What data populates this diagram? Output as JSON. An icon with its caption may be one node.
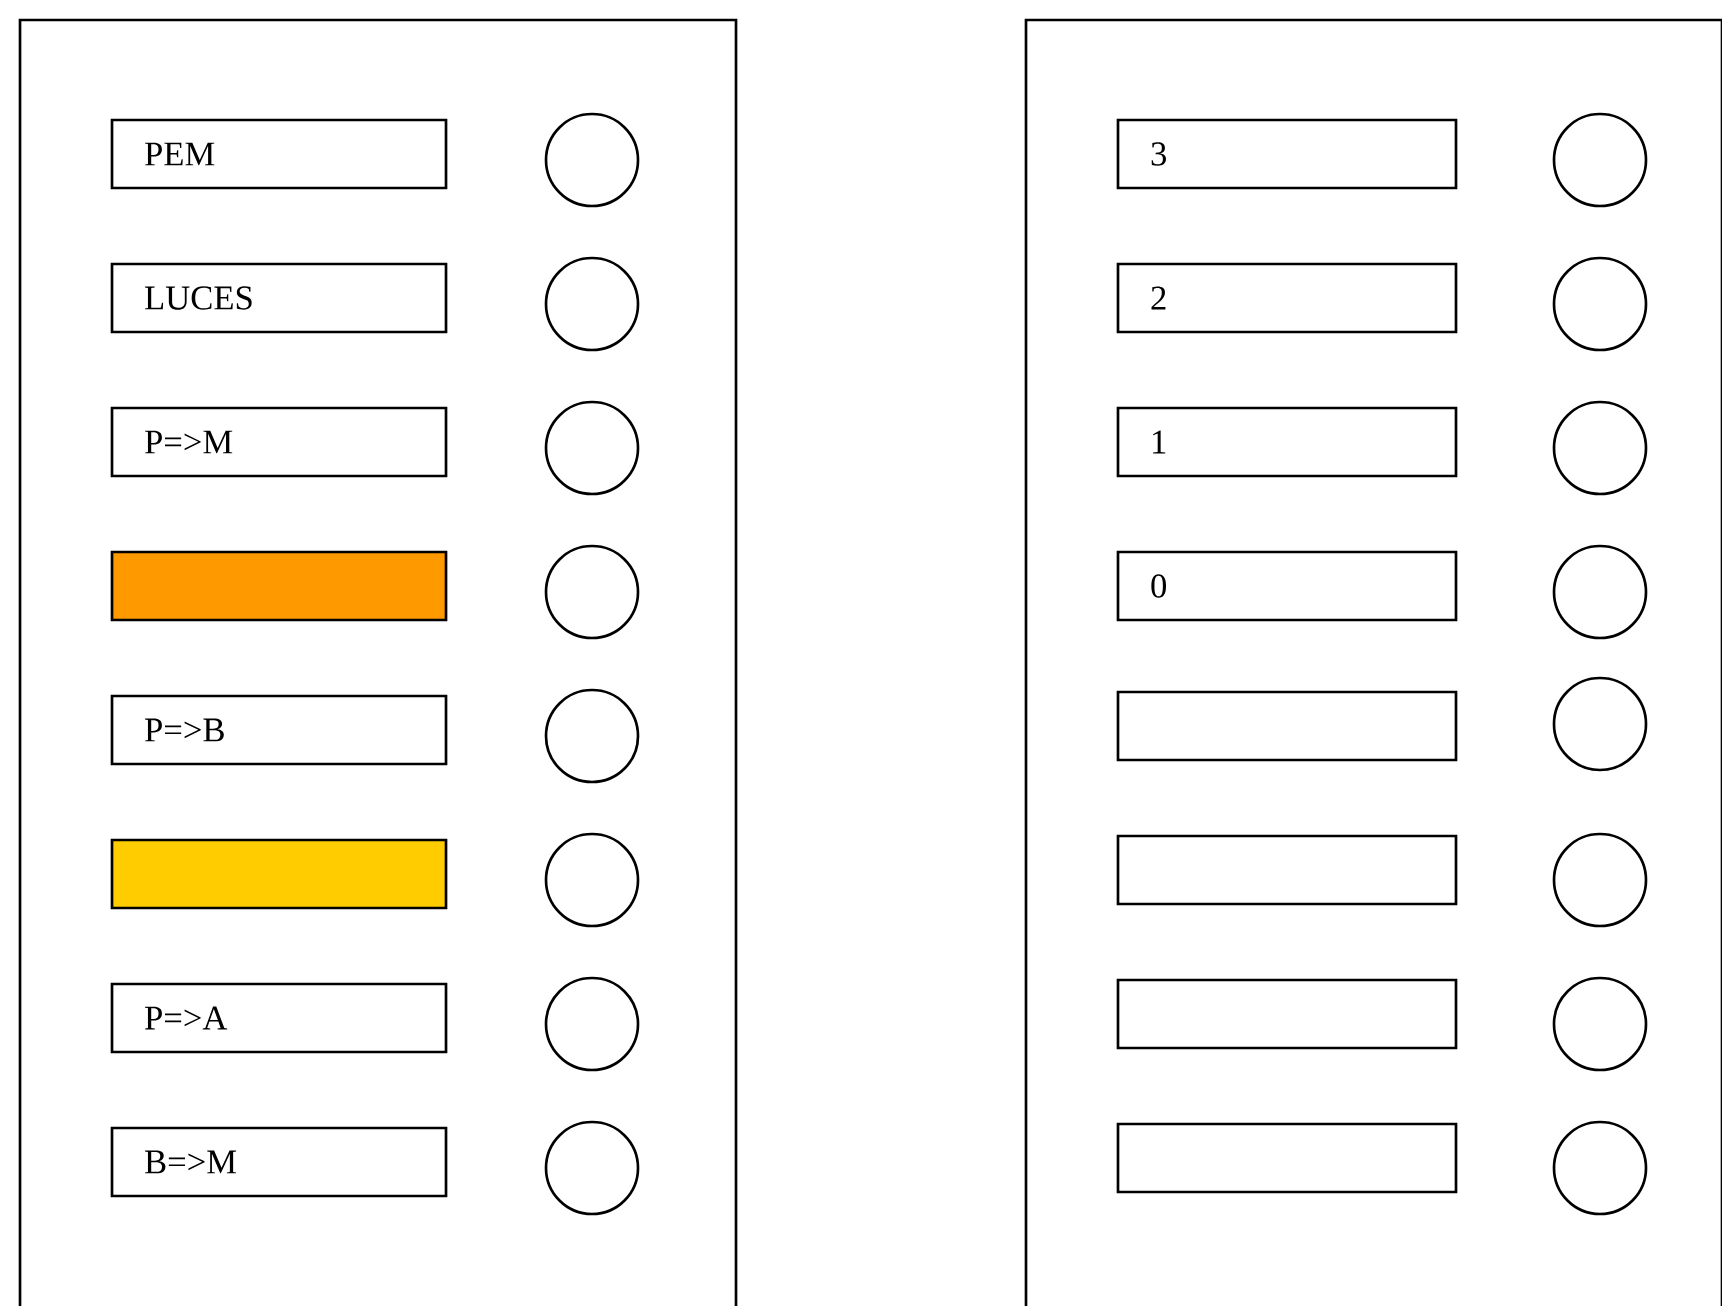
{
  "diagram": {
    "nodes": [
      {
        "text": [],
        "shape": "box"
      },
      {
        "text": [
          "PEM"
        ],
        "in": 0
      },
      {
        "text": [],
        "shape": "circle",
        "in": 0
      },
      {
        "text": [
          "LUCES"
        ],
        "in": 0
      },
      {
        "text": [],
        "shape": "circle",
        "in": 0
      },
      {
        "text": [
          "P=>M"
        ],
        "in": 0
      },
      {
        "text": [],
        "shape": "circle",
        "in": 0
      },
      {
        "text": [],
        "shape": "box",
        "in": 0
      },
      {
        "text": [],
        "shape": "circle",
        "in": 0
      },
      {
        "text": [
          "P=>B"
        ],
        "in": 0
      },
      {
        "text": [],
        "shape": "circle",
        "in": 0
      },
      {
        "text": [],
        "shape": "box",
        "in": 0
      },
      {
        "text": [],
        "shape": "circle",
        "in": 0
      },
      {
        "text": [
          "P=>A"
        ],
        "in": 0
      },
      {
        "text": [],
        "shape": "circle",
        "in": 0
      },
      {
        "text": [
          "B=>M"
        ],
        "in": 0
      },
      {
        "text": [],
        "shape": "circle",
        "in": 0
      },
      {
        "text": [],
        "shape": "box"
      },
      {
        "text": [
          "3"
        ],
        "in": 17
      },
      {
        "text": [],
        "shape": "circle",
        "in": 17
      },
      {
        "text": [
          "2"
        ],
        "in": 17
      },
      {
        "text": [],
        "shape": "circle",
        "in": 17
      },
      {
        "text": [
          "1"
        ],
        "in": 17
      },
      {
        "text": [],
        "shape": "circle",
        "in": 17
      },
      {
        "text": [
          "0"
        ],
        "in": 17
      },
      {
        "text": [],
        "shape": "circle",
        "in": 17
      },
      {
        "text": [],
        "shape": "box",
        "in": 17
      },
      {
        "text": [],
        "shape": "circle",
        "in": 17
      },
      {
        "text": [],
        "shape": "box",
        "in": 17
      },
      {
        "text": [],
        "shape": "circle",
        "in": 17
      },
      {
        "text": [],
        "shape": "box",
        "in": 17
      },
      {
        "text": [],
        "shape": "circle",
        "in": 17
      },
      {
        "text": [],
        "shape": "box",
        "in": 17
      },
      {
        "text": [],
        "shape": "circle",
        "in": 17
      }
    ]
  }
}
